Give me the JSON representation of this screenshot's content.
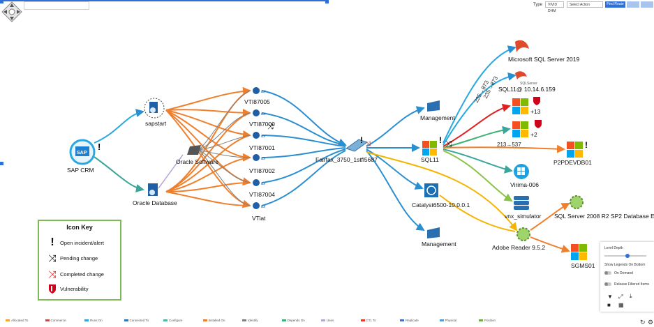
{
  "toolbar": {
    "search_placeholder": "",
    "type_label": "Type",
    "type_value": "VIVID DHM",
    "action_value": "Select Action",
    "btn_primary": "Find Route",
    "btn_secondary": ""
  },
  "nodes": {
    "sap_crm": "SAP CRM",
    "sapstart": "sapstart",
    "oracle_database": "Oracle Database",
    "oracle_software": "Oracle Software",
    "vti87005": "VTI87005",
    "vti87000": "VTI87000",
    "vti87001": "VTI87001",
    "vti87002": "VTI87002",
    "vti87004": "VTI87004",
    "vtiat": "VTiat",
    "fairfax": "Fairfax_3750_1stfl5687",
    "management_top": "Management",
    "management_bottom": "Management",
    "sql11": "SQL11",
    "catalyst": "Catalyst6500-10.0.0.1",
    "ms_sql_2019": "Microsoft SQL Server 2019",
    "sql11_ip": "SQL11@ 10.14.6.159",
    "count_13": "+13",
    "count_2": "+2",
    "p2pdevdb01": "P2PDEVDB01",
    "virima": "Virima-006",
    "vnx": "vnx_simulator",
    "adobe": "Adobe Reader 9.5.2",
    "sql2008": "SQL Server 2008 R2 SP2 Database E",
    "sgms01": "SGMS01"
  },
  "edge_labels": {
    "e1": "235→873",
    "e2": "235→873",
    "e3": "213→537"
  },
  "icon_key": {
    "title": "Icon Key",
    "items": [
      {
        "label": "Open incident/alert",
        "icon": "exclamation-icon"
      },
      {
        "label": "Pending change",
        "icon": "shuffle-black-icon"
      },
      {
        "label": "Completed change",
        "icon": "shuffle-red-icon"
      },
      {
        "label": "Vulnerability",
        "icon": "shield-icon"
      }
    ]
  },
  "legend": [
    {
      "label": "Allocated To",
      "color": "#f0a830"
    },
    {
      "label": "Commerce",
      "color": "#c0504d"
    },
    {
      "label": "Runs On",
      "color": "#29a9e0"
    },
    {
      "label": "Connected To",
      "color": "#2e75b6"
    },
    {
      "label": "Configure",
      "color": "#4bb9a0"
    },
    {
      "label": "Installed On",
      "color": "#f07f2c"
    },
    {
      "label": "Identify",
      "color": "#7f7f7f"
    },
    {
      "label": "Depends On",
      "color": "#3cb371"
    },
    {
      "label": "Uses",
      "color": "#b4a7d6"
    },
    {
      "label": "CTL To",
      "color": "#e03c31"
    },
    {
      "label": "Replicate",
      "color": "#4472c4"
    },
    {
      "label": "Physical",
      "color": "#5b9bd5"
    },
    {
      "label": "Position",
      "color": "#70ad47"
    }
  ],
  "panel": {
    "level_depth": "Level Depth",
    "show_legends": "Show Legends On Bottom",
    "on_demand": "On Demand",
    "release_filtered": "Release Filtered Items"
  },
  "colors": {
    "accent": "#2e6fd8",
    "edge_blue": "#2a8fd0",
    "edge_orange": "#f07f2c",
    "edge_teal": "#3aa59a",
    "edge_red": "#e02020",
    "edge_green": "#8bc34a",
    "edge_yellow": "#f5b400"
  }
}
